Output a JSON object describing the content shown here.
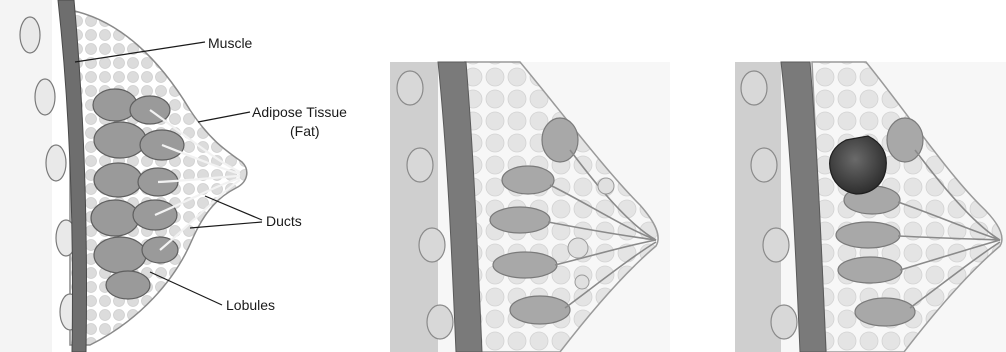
{
  "labels": {
    "muscle": "Muscle",
    "adipose_line1": "Adipose Tissue",
    "adipose_line2": "(Fat)",
    "ducts": "Ducts",
    "lobules": "Lobules"
  },
  "colors": {
    "background": "#ffffff",
    "muscle_band": "#6e6e6e",
    "skin_outline": "#8a8a8a",
    "fat_fill": "#e6e6e6",
    "lobule_fill": "#9a9a9a",
    "tumor_fill": "#3c3c3c",
    "leader_line": "#1a1a1a"
  },
  "panels": [
    {
      "name": "labeled-anatomy",
      "icon": "breast-anatomy-illustration"
    },
    {
      "name": "normal-tissue",
      "icon": "breast-normal-illustration"
    },
    {
      "name": "tumor-tissue",
      "icon": "breast-tumor-illustration"
    }
  ]
}
